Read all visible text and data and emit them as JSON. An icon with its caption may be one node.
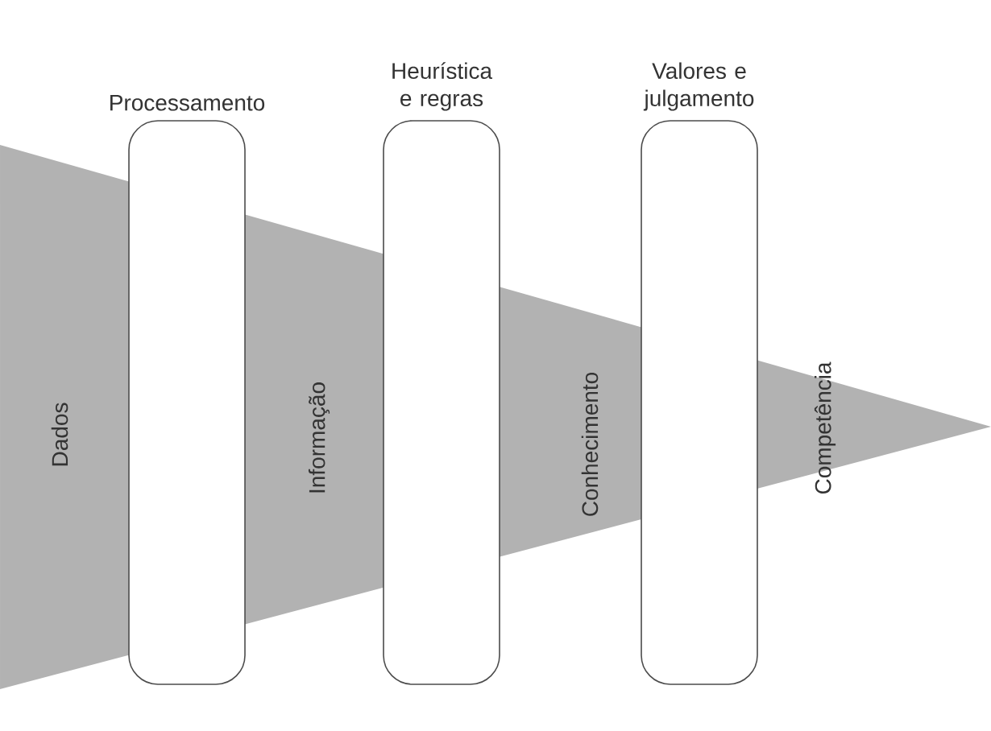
{
  "diagram": {
    "nodes": [
      {
        "text": [
          "Dados"
        ]
      },
      {
        "text": [
          "Processamento"
        ]
      },
      {
        "text": [
          "Informação"
        ]
      },
      {
        "text": [
          "Heurística e regras"
        ]
      },
      {
        "text": [
          "Conhecimento"
        ]
      },
      {
        "text": [
          "Valores e julgamento"
        ]
      },
      {
        "text": [
          "Competência"
        ]
      }
    ]
  }
}
